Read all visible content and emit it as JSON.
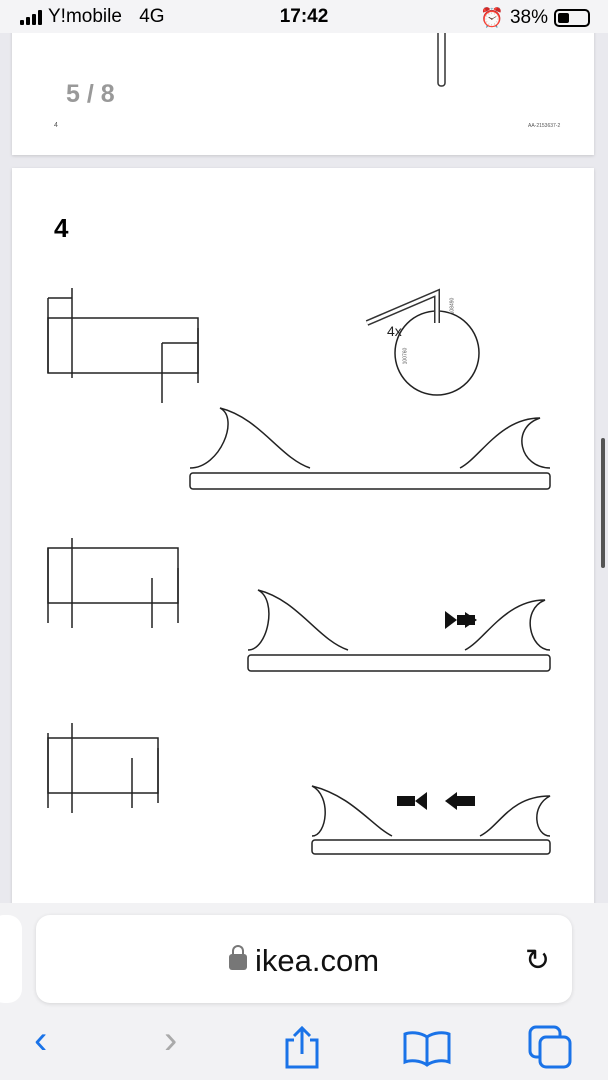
{
  "status_bar": {
    "carrier": "Y!mobile",
    "network": "4G",
    "time": "17:42",
    "battery": "38%",
    "battery_level": 0.38,
    "alarm_icon": "alarm-clock-icon"
  },
  "document": {
    "prev_page": {
      "page_counter": "5 / 8",
      "page_number": "4",
      "doc_code": "AA-2153637-2"
    },
    "current_page": {
      "step_number": "4",
      "quantity": "4x",
      "part_numbers": [
        "108490",
        "100760"
      ]
    }
  },
  "browser": {
    "url": "ikea.com",
    "toolbar": [
      "back",
      "forward",
      "share",
      "bookmarks",
      "tabs"
    ],
    "accent": "#1a73e8"
  }
}
